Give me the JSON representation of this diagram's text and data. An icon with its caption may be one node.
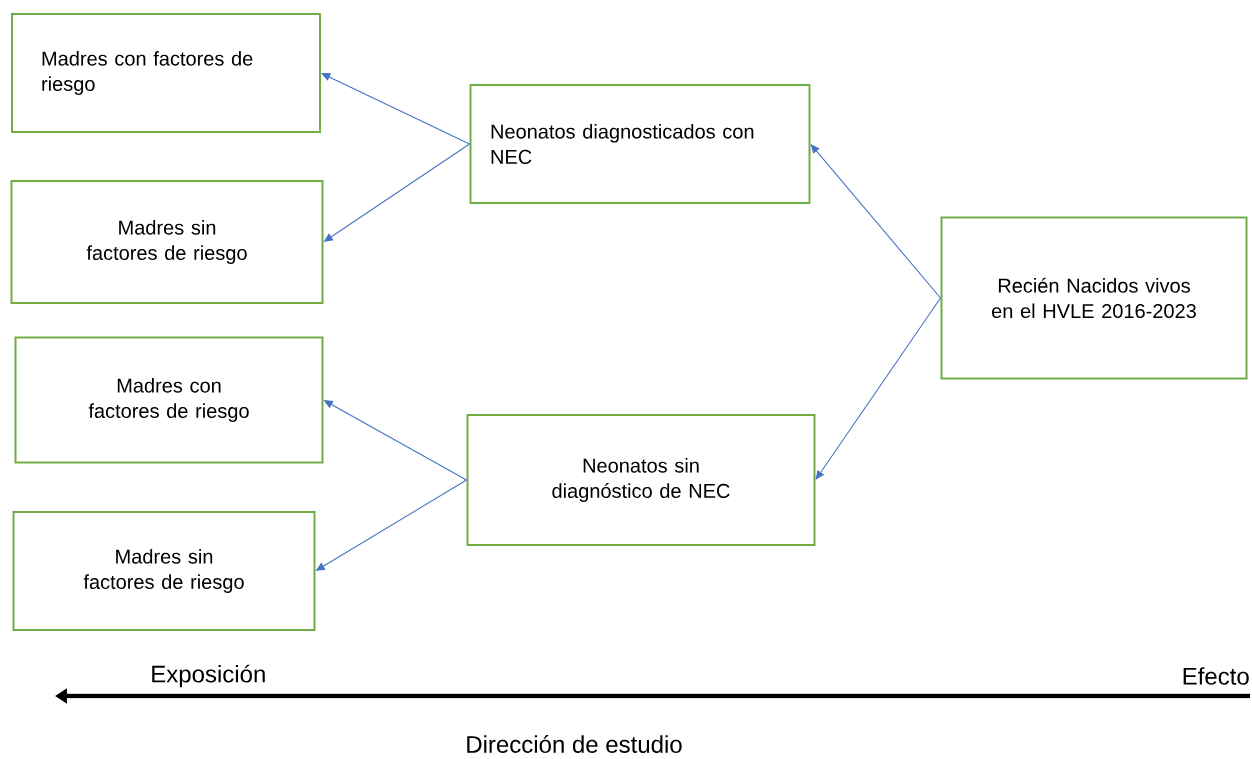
{
  "diagram": {
    "nodes": [
      {
        "text": [
          "Madres con factores de riesgo"
        ]
      },
      {
        "text": [
          "Madres sin factores de riesgo"
        ]
      },
      {
        "text": [
          "Madres con factores de riesgo"
        ]
      },
      {
        "text": [
          "Madres sin factores de riesgo"
        ]
      },
      {
        "text": [
          "Neonatos diagnosticados con NEC"
        ]
      },
      {
        "text": [
          "Neonatos sin diagnóstico de NEC"
        ]
      },
      {
        "text": [
          "Recién Nacidos vivos en el HVLE 2016-2023"
        ]
      }
    ],
    "edges": [
      {
        "from": 6,
        "to": 4,
        "arrow": "to"
      },
      {
        "from": 6,
        "to": 5,
        "arrow": "to"
      },
      {
        "from": 4,
        "to": 0,
        "arrow": "to"
      },
      {
        "from": 4,
        "to": 1,
        "arrow": "to"
      },
      {
        "from": 5,
        "to": 2,
        "arrow": "to"
      },
      {
        "from": 5,
        "to": 3,
        "arrow": "to"
      }
    ],
    "labels": [
      "Exposición",
      "Efecto",
      "Dirección de estudio"
    ]
  }
}
